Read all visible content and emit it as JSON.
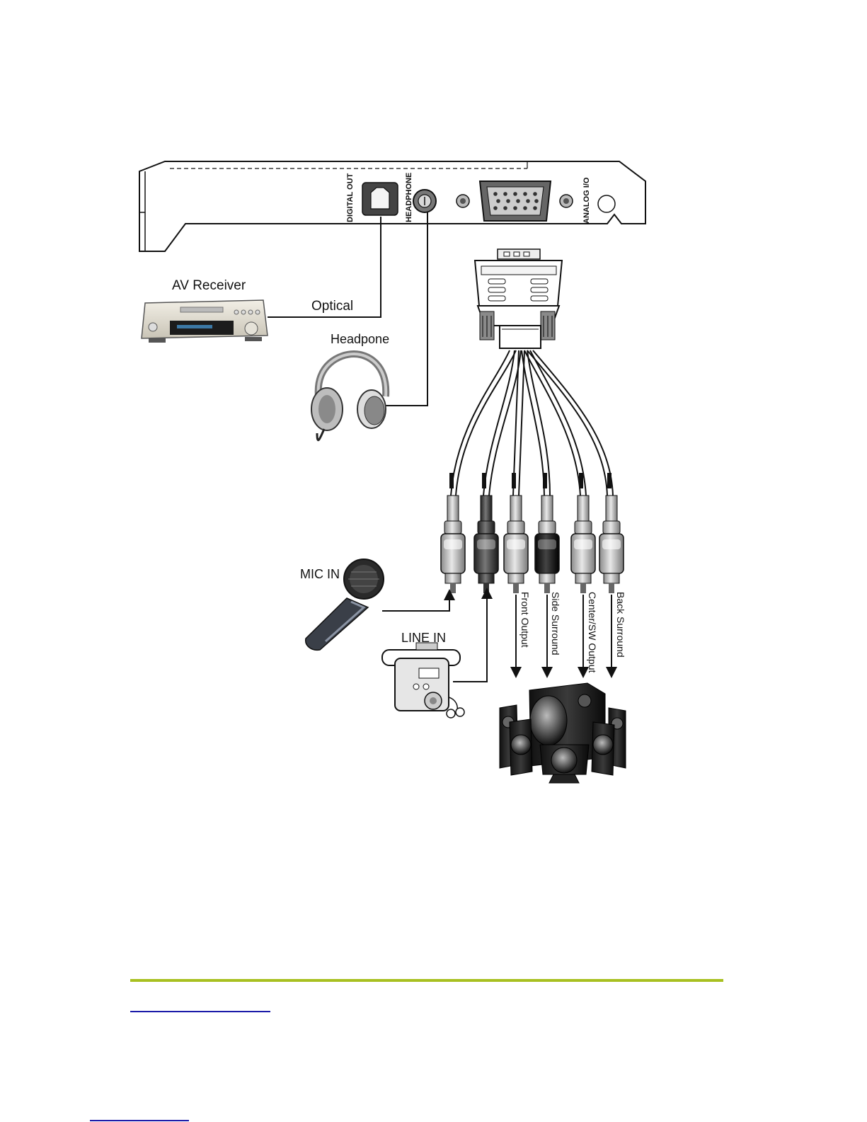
{
  "bracket": {
    "digital_out": "DIGITAL OUT",
    "headphone": "HEADPHONE",
    "analog_io": "ANALOG I/O"
  },
  "devices": {
    "av_receiver": "AV Receiver",
    "optical": "Optical",
    "headphone": "Headpone",
    "mic_in": "MIC IN",
    "line_in": "LINE IN"
  },
  "outputs": {
    "front": "Front Output",
    "side": "Side Surround",
    "center": "Center/SW Output",
    "back": "Back Surround"
  },
  "colors": {
    "accent_rule": "#a8c020",
    "link_line": "#1a1aa8",
    "ink": "#111111"
  },
  "icons": [
    "av-receiver-icon",
    "headphones-icon",
    "microphone-icon",
    "portable-player-icon",
    "speaker-system-icon",
    "vga-breakout-connector-icon"
  ]
}
